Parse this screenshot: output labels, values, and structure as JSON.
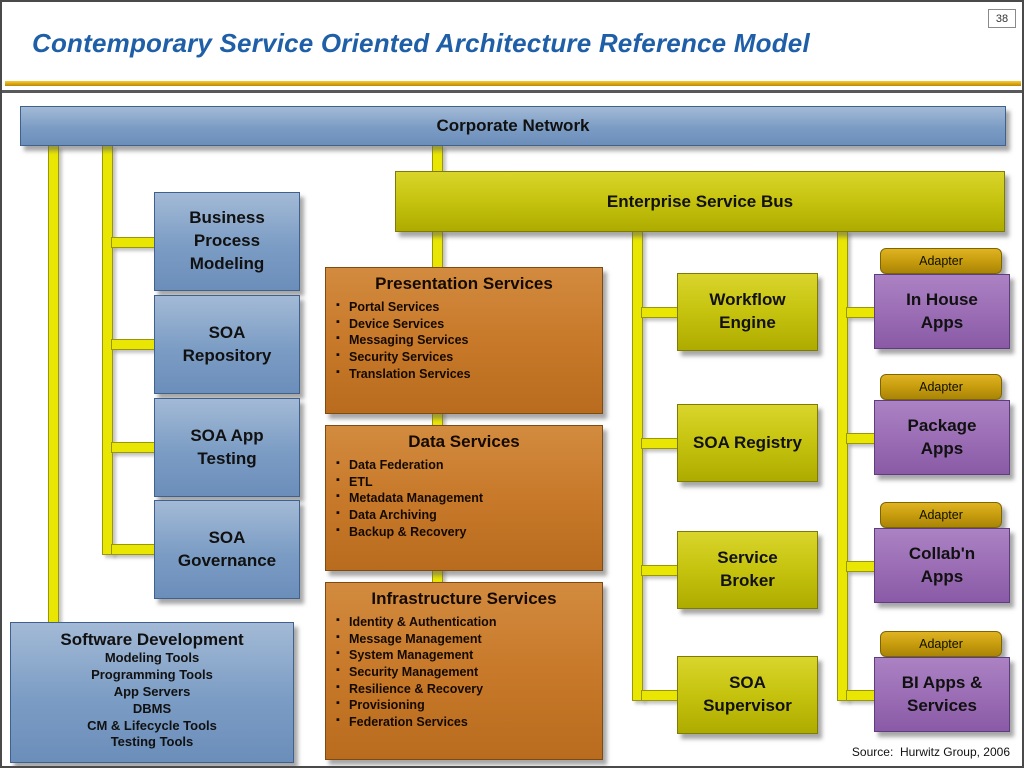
{
  "slide": {
    "page_number": "38",
    "title": "Contemporary Service Oriented Architecture Reference Model",
    "source": "Source:  Hurwitz Group, 2006"
  },
  "bars": {
    "corporate_network": "Corporate Network",
    "enterprise_service_bus": "Enterprise Service Bus"
  },
  "tools_column": {
    "boxes": [
      "Business Process Modeling",
      "SOA Repository",
      "SOA App Testing",
      "SOA Governance"
    ],
    "software_development": {
      "title": "Software Development",
      "items": [
        "Modeling Tools",
        "Programming Tools",
        "App Servers",
        "DBMS",
        "CM & Lifecycle Tools",
        "Testing Tools"
      ]
    }
  },
  "services_column": {
    "boxes": [
      {
        "title": "Presentation Services",
        "items": [
          "Portal Services",
          "Device Services",
          "Messaging Services",
          "Security Services",
          "Translation Services"
        ]
      },
      {
        "title": "Data Services",
        "items": [
          "Data Federation",
          "ETL",
          "Metadata Management",
          "Data Archiving",
          "Backup & Recovery"
        ]
      },
      {
        "title": "Infrastructure Services",
        "items": [
          "Identity & Authentication",
          "Message Management",
          "System Management",
          "Security Management",
          "Resilience & Recovery",
          "Provisioning",
          "Federation Services"
        ]
      }
    ]
  },
  "esb_components": [
    "Workflow Engine",
    "SOA Registry",
    "Service Broker",
    "SOA Supervisor"
  ],
  "apps_column": {
    "adapter_label": "Adapter",
    "apps": [
      "In House Apps",
      "Package Apps",
      "Collab'n Apps",
      "BI Apps & Services"
    ]
  },
  "colors": {
    "title_blue": "#1f5fa8",
    "box_blue": "#7b9cc4",
    "box_orange": "#c8792a",
    "box_olive": "#c5c30e",
    "box_purple": "#9a6cb4",
    "adapter_gold": "#c49a0c",
    "connector_yellow": "#e9e603"
  }
}
